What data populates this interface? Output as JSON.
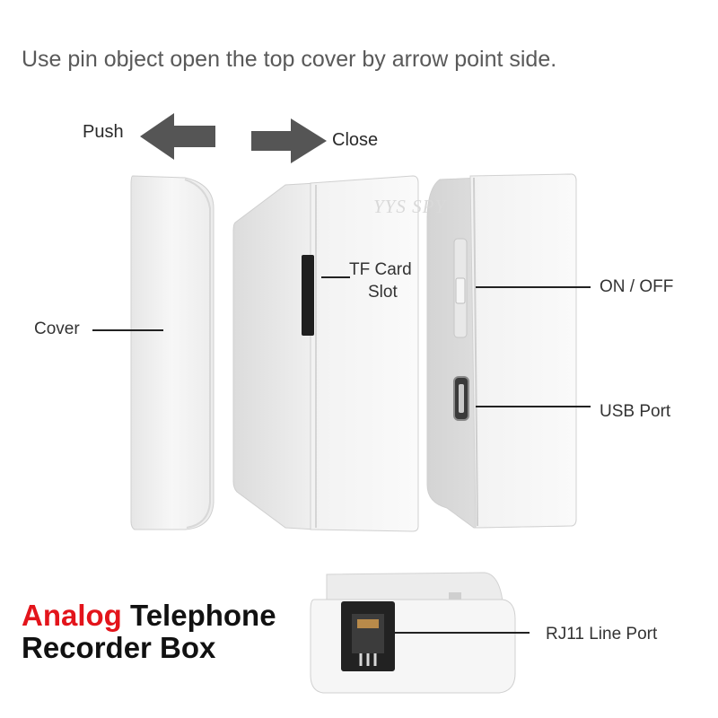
{
  "instruction": "Use pin object open the top cover by arrow point  side.",
  "arrows": {
    "push": "Push",
    "close": "Close"
  },
  "callouts": {
    "cover": "Cover",
    "tf_line1": "TF Card",
    "tf_line2": "Slot",
    "on_off": "ON / OFF",
    "usb": "USB Port",
    "rj11": "RJ11 Line Port"
  },
  "watermark": "YYS SPY",
  "product_title": {
    "highlight": "Analog",
    "rest_line1": " Telephone",
    "line2": "Recorder Box"
  },
  "colors": {
    "highlight": "#e3141b",
    "arrow": "#555555",
    "device": "#f4f4f4"
  }
}
